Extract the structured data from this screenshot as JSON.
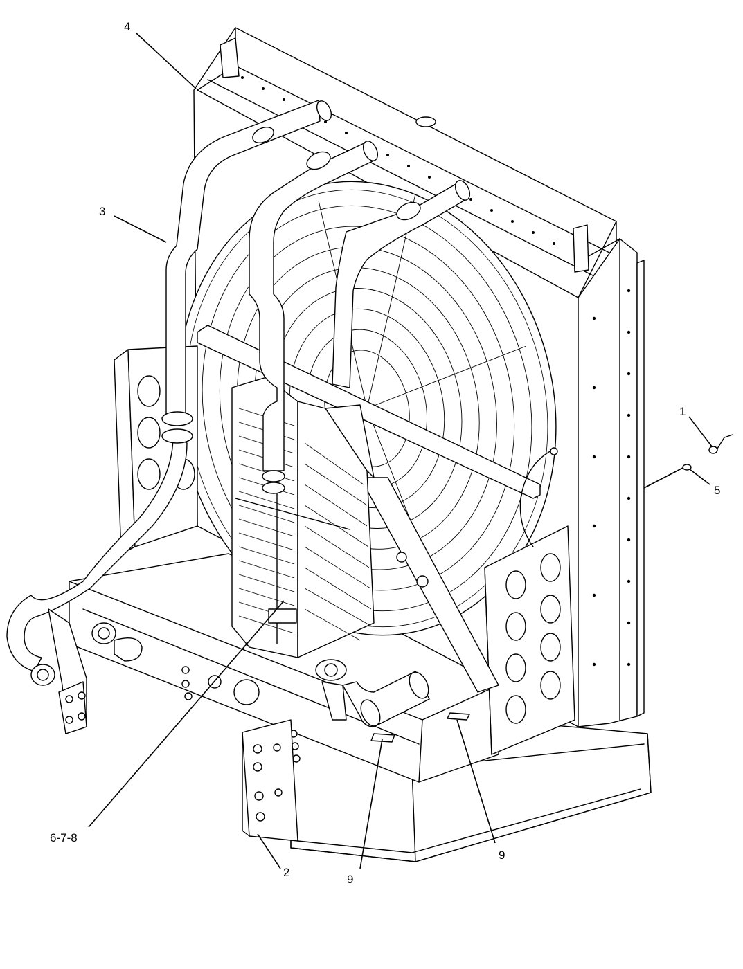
{
  "callouts": [
    {
      "id": "c4",
      "label": "4"
    },
    {
      "id": "c3",
      "label": "3"
    },
    {
      "id": "c1",
      "label": "1"
    },
    {
      "id": "c5",
      "label": "5"
    },
    {
      "id": "c678",
      "label": "6-7-8"
    },
    {
      "id": "c2",
      "label": "2"
    },
    {
      "id": "c9a",
      "label": "9"
    },
    {
      "id": "c9b",
      "label": "9"
    }
  ]
}
